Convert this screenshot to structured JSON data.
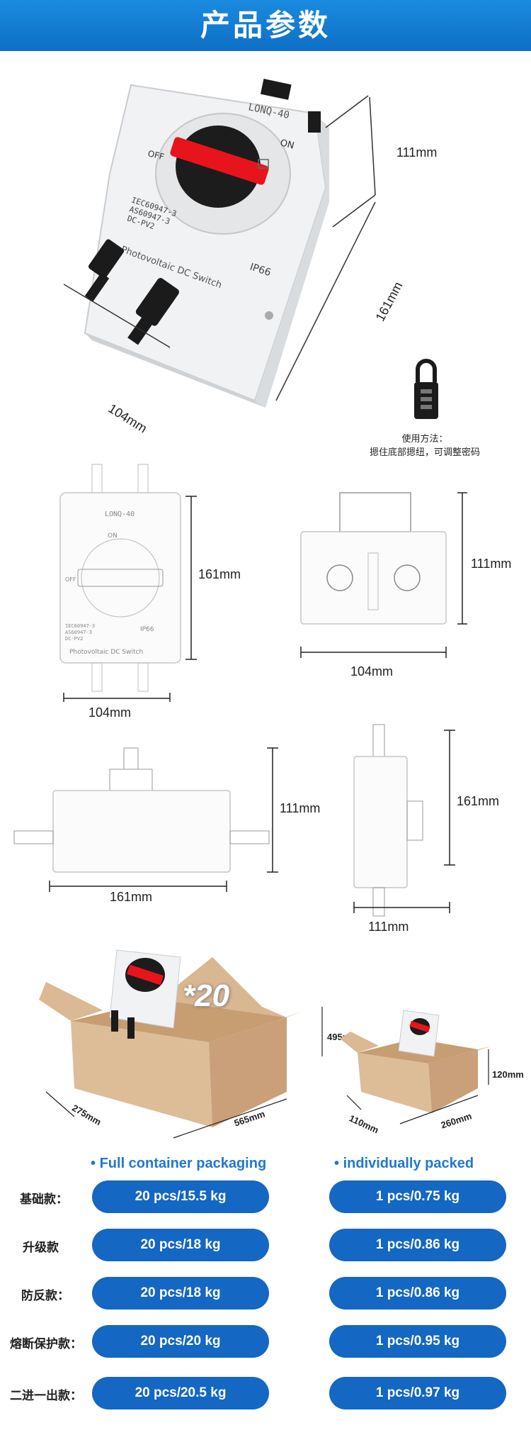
{
  "header": {
    "title": "产品参数"
  },
  "product": {
    "model": "LONQ-40",
    "on_label": "ON",
    "off_label": "OFF",
    "standards": [
      "IEC60947-3",
      "AS60947-3",
      "DC-PV2"
    ],
    "name": "Photovoltaic DC Switch",
    "rating": "IP66"
  },
  "hero_dims": {
    "height": "111mm",
    "length": "161mm",
    "width": "104mm"
  },
  "lock_note": {
    "line1": "使用方法：",
    "line2": "摁住底部摁纽，可调整密码"
  },
  "views": {
    "front": {
      "height": "161mm",
      "width": "104mm"
    },
    "bottom": {
      "height": "111mm",
      "width": "104mm"
    },
    "side": {
      "height": "111mm",
      "width": "161mm"
    },
    "end": {
      "height": "161mm",
      "width": "111mm"
    }
  },
  "carton_big": {
    "multiplier": "*20",
    "height": "495mm",
    "depth": "275mm",
    "length": "565mm"
  },
  "carton_small": {
    "height": "120mm",
    "depth": "110mm",
    "length": "260mm"
  },
  "packaging": {
    "col1_title": "Full container packaging",
    "col2_title": "individually packed",
    "rows": [
      {
        "label": "基础款：",
        "full": "20 pcs/15.5 kg",
        "single": "1 pcs/0.75 kg"
      },
      {
        "label": "升级款",
        "full": "20 pcs/18 kg",
        "single": "1 pcs/0.86 kg"
      },
      {
        "label": "防反款：",
        "full": "20 pcs/18 kg",
        "single": "1 pcs/0.86 kg"
      },
      {
        "label": "熔断保护款：",
        "full": "20 pcs/20 kg",
        "single": "1 pcs/0.95 kg"
      },
      {
        "label": "二进一出款：",
        "full": "20 pcs/20.5 kg",
        "single": "1 pcs/0.97 kg"
      }
    ]
  },
  "colors": {
    "banner": "#0d6fc4",
    "pill": "#1467c2",
    "accent_text": "#1f78d1",
    "switch_handle": "#e8141b",
    "carton": "#d6b48f"
  }
}
